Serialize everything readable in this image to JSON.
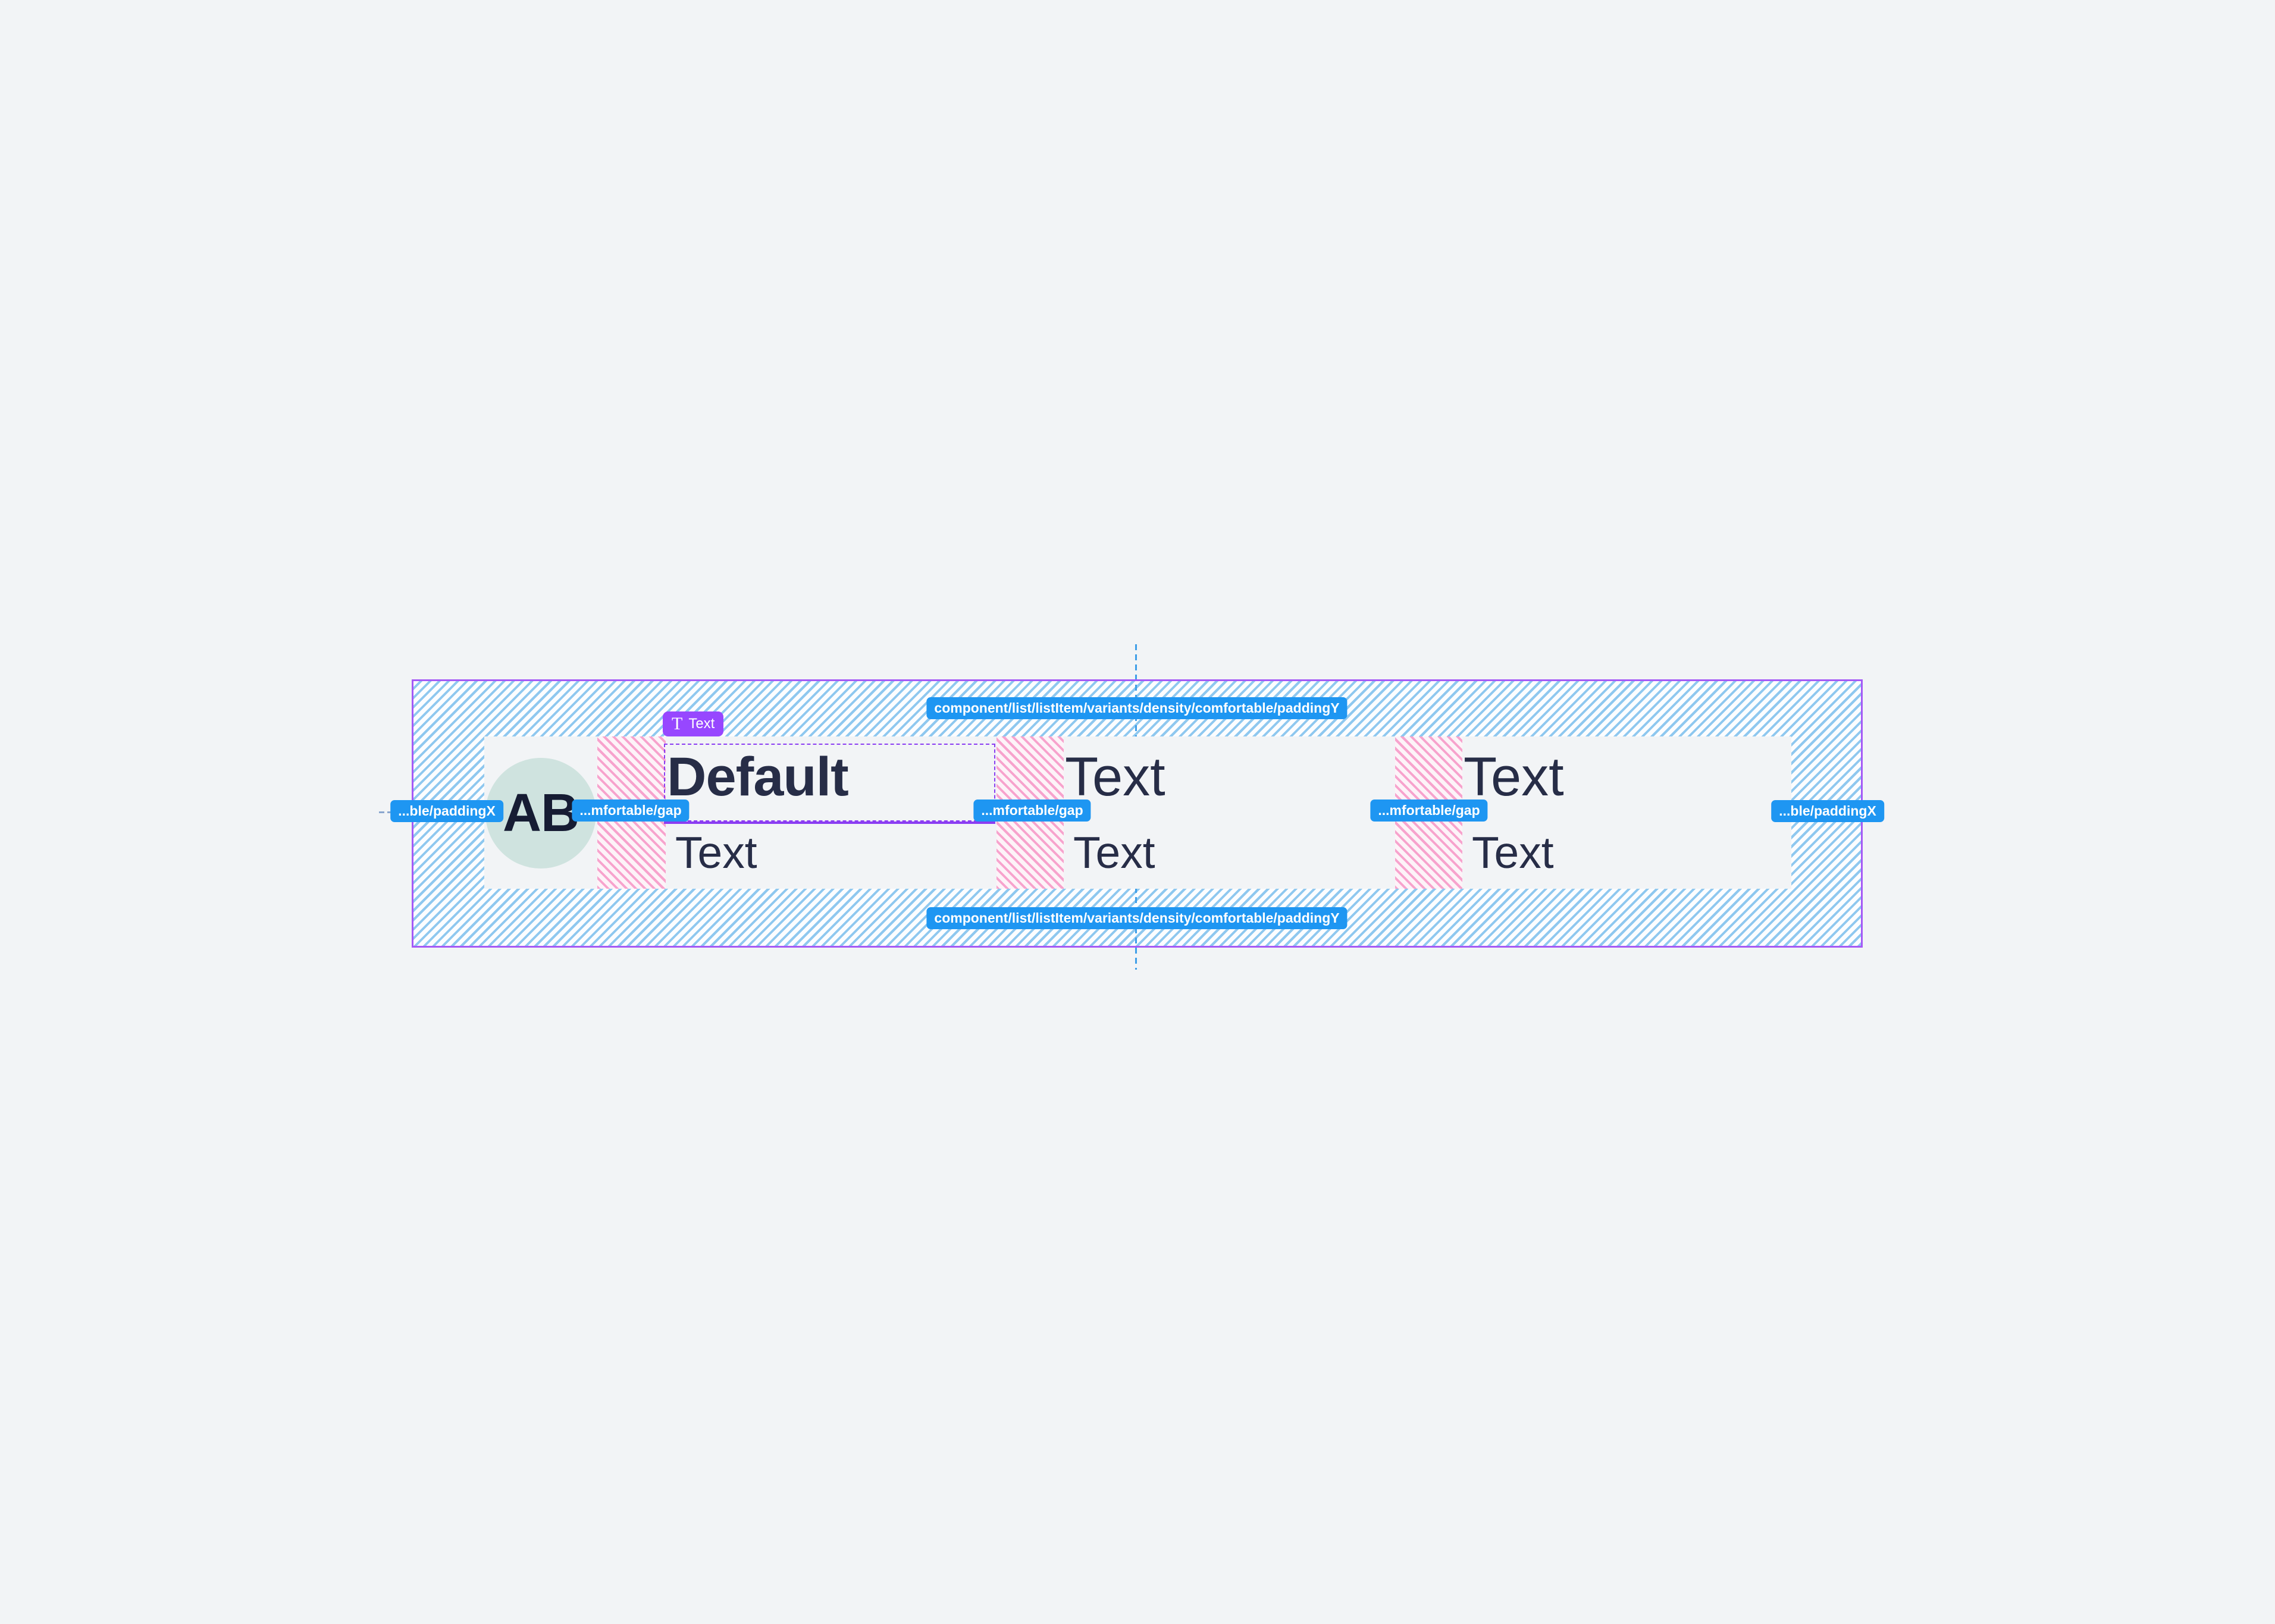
{
  "canvas": {
    "description": "design-tool spec view of a list item component with padding and gap token annotations"
  },
  "tokens": {
    "padding_y": "component/list/listItem/variants/density/comfortable/paddingY",
    "padding_x_truncated": "...ble/paddingX",
    "gap_truncated": "...mfortable/gap"
  },
  "selected_node": {
    "type_icon": "T",
    "type_label": "Text"
  },
  "avatar": {
    "initials": "AB"
  },
  "cells": [
    {
      "line1": "Default",
      "line2": "Text"
    },
    {
      "line1": "Text",
      "line2": "Text"
    },
    {
      "line1": "Text",
      "line2": "Text"
    }
  ],
  "colors": {
    "canvas_bg": "#f2f4f6",
    "padding_hatch_stripe": "#8fc8ef",
    "gap_hatch_stripe": "#f7a3cd",
    "frame_border": "#a55af6",
    "selection_purple": "#8b3df2",
    "badge_purple": "#9747ff",
    "token_pill_blue": "#1e96f2",
    "text_navy": "#272d47",
    "avatar_bg": "#cfe3df",
    "guide_blue": "#3f9fe8"
  }
}
